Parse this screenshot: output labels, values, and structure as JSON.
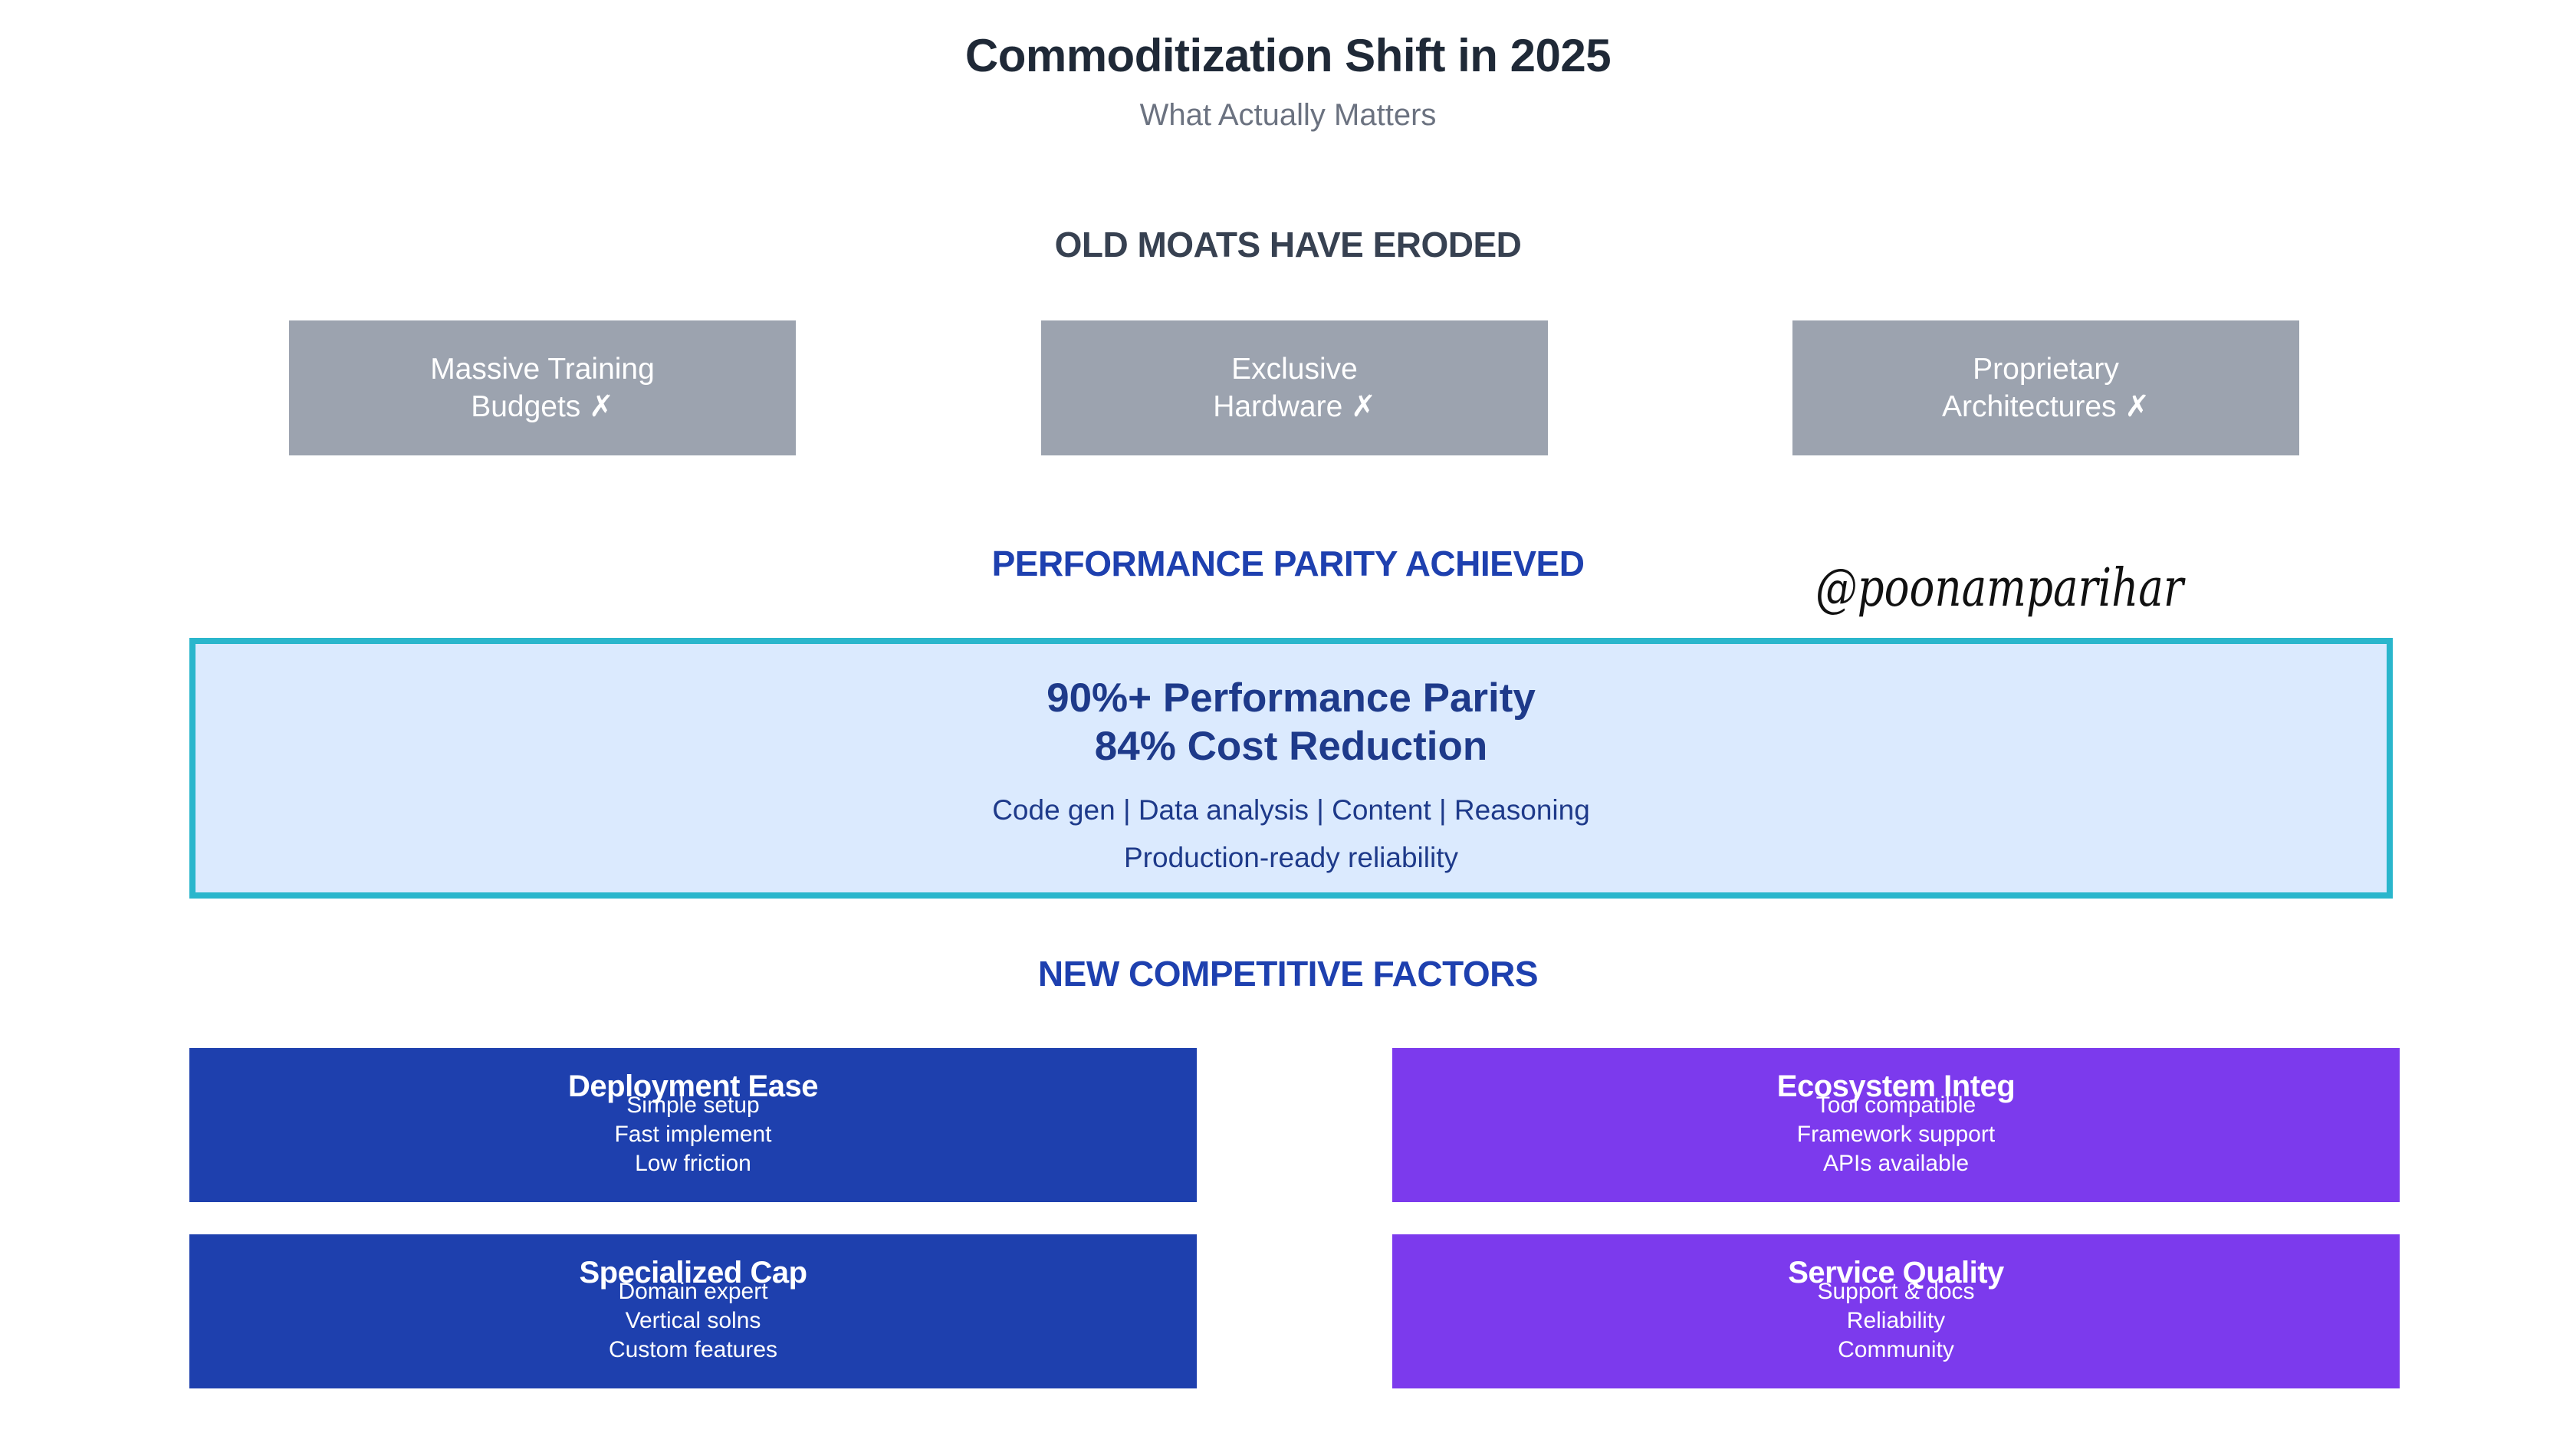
{
  "header": {
    "title": "Commoditization Shift in 2025",
    "subtitle": "What Actually Matters"
  },
  "old_moats": {
    "heading": "OLD MOATS HAVE ERODED",
    "items": [
      {
        "line1": "Massive Training",
        "line2": "Budgets ✗"
      },
      {
        "line1": "Exclusive",
        "line2": "Hardware ✗"
      },
      {
        "line1": "Proprietary",
        "line2": "Architectures ✗"
      }
    ]
  },
  "parity": {
    "heading": "PERFORMANCE PARITY ACHIEVED",
    "main_line1": "90%+ Performance Parity",
    "main_line2": "84% Cost Reduction",
    "sub_line1": "Code gen | Data analysis | Content | Reasoning",
    "sub_line2": "Production-ready reliability"
  },
  "signature": {
    "text": "@poonamparihar"
  },
  "new_factors": {
    "heading": "NEW COMPETITIVE FACTORS",
    "items": [
      {
        "title": "Deployment Ease",
        "lines": [
          "Simple setup",
          "Fast implement",
          "Low friction"
        ]
      },
      {
        "title": "Ecosystem Integ",
        "lines": [
          "Tool compatible",
          "Framework support",
          "APIs available"
        ]
      },
      {
        "title": "Specialized Cap",
        "lines": [
          "Domain expert",
          "Vertical solns",
          "Custom features"
        ]
      },
      {
        "title": "Service Quality",
        "lines": [
          "Support & docs",
          "Reliability",
          "Community"
        ]
      }
    ]
  },
  "colors": {
    "moat_gray": "#9ca3af",
    "parity_border": "#2ab6cc",
    "parity_fill": "#dbeafe",
    "factor_blue": "#1e40ae",
    "factor_purple": "#7c3aed",
    "heading_blue": "#1e40af"
  }
}
